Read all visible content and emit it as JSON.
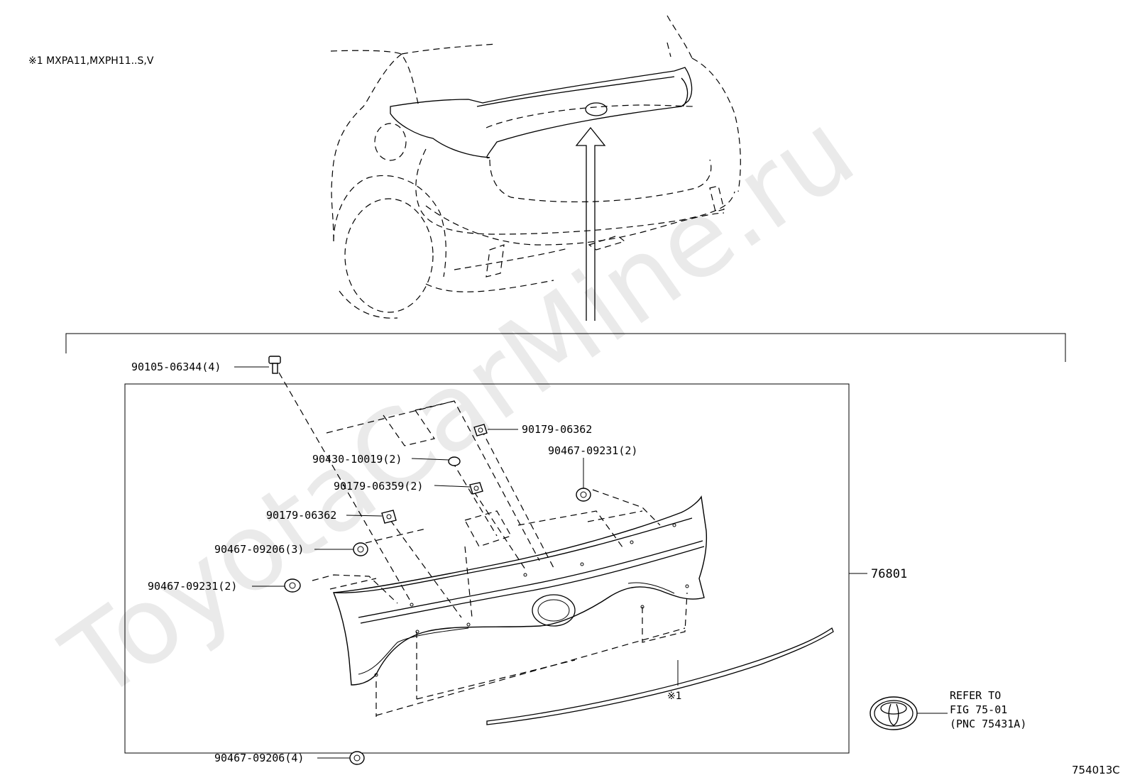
{
  "watermark": "ToyotaCarMine.ru",
  "notes": {
    "applicability": "※1 MXPA11,MXPH11..S,V"
  },
  "figure_code": "754013C",
  "assembly": {
    "number": "76801"
  },
  "callouts": [
    {
      "id": "bolt-top",
      "text": "90105-06344(4)"
    },
    {
      "id": "clip-upper-right",
      "text": "90179-06362"
    },
    {
      "id": "washer",
      "text": "90430-10019(2)"
    },
    {
      "id": "nut",
      "text": "90179-06359(2)"
    },
    {
      "id": "clip-left",
      "text": "90179-06362"
    },
    {
      "id": "grommet-right",
      "text": "90467-09231(2)"
    },
    {
      "id": "grommet-left-3",
      "text": "90467-09206(3)"
    },
    {
      "id": "grommet-left-2",
      "text": "90467-09231(2)"
    },
    {
      "id": "grommet-bottom",
      "text": "90467-09206(4)"
    },
    {
      "id": "strip-note",
      "text": "※1"
    }
  ],
  "reference": {
    "line1": "REFER TO",
    "line2": "FIG 75-01",
    "line3": "(PNC 75431A)"
  },
  "icons": {
    "emblem": "toyota-emblem-icon",
    "arrow": "up-arrow-icon"
  }
}
